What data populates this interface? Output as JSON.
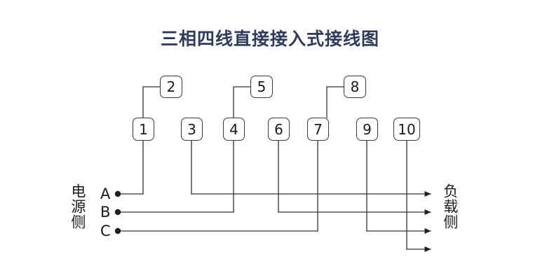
{
  "title": "三相四线直接接入式接线图",
  "colors": {
    "title": "#2e3a5e",
    "wire": "#333333",
    "terminal_border": "#3a3a3a",
    "background": "#ffffff",
    "text": "#1a1a1a"
  },
  "left_side": {
    "label": "电源侧",
    "phases": [
      {
        "name": "A"
      },
      {
        "name": "B"
      },
      {
        "name": "C"
      }
    ]
  },
  "right_side": {
    "label": "负载侧",
    "arrow_count": 4
  },
  "terminals": {
    "upper_row": [
      {
        "number": "2"
      },
      {
        "number": "5"
      },
      {
        "number": "8"
      }
    ],
    "lower_row": [
      {
        "number": "1"
      },
      {
        "number": "3"
      },
      {
        "number": "4"
      },
      {
        "number": "6"
      },
      {
        "number": "7"
      },
      {
        "number": "9"
      },
      {
        "number": "10"
      }
    ]
  }
}
